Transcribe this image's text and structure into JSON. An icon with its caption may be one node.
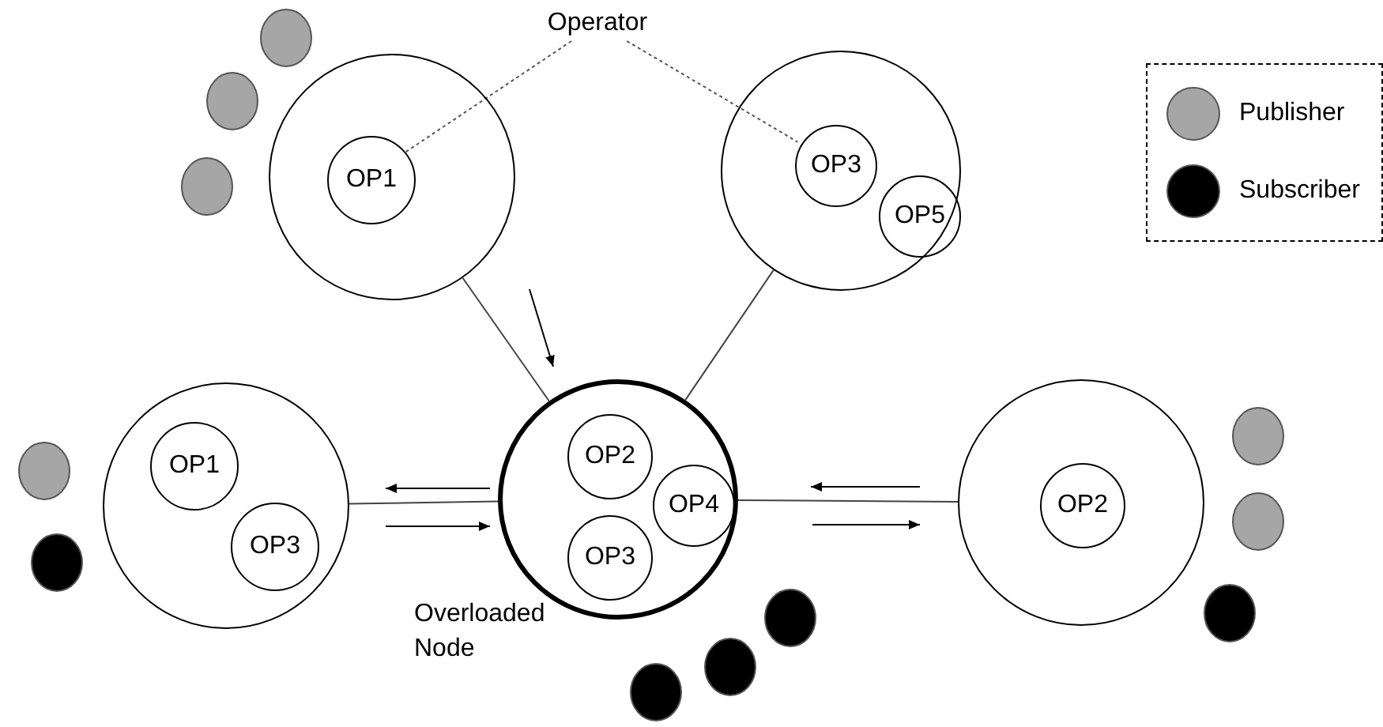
{
  "diagram": {
    "nodes": [
      {
        "text": [
          "Operator"
        ]
      },
      {
        "text": [],
        "shape": "circle"
      },
      {
        "text": [
          "OP1"
        ],
        "in": 1
      },
      {
        "text": [],
        "shape": "circle"
      },
      {
        "text": [
          "OP3"
        ],
        "in": 3
      },
      {
        "text": [
          "OP5"
        ],
        "in": 3
      },
      {
        "text": [],
        "shape": "circle"
      },
      {
        "text": [
          "OP1"
        ],
        "in": 6
      },
      {
        "text": [
          "OP3"
        ],
        "in": 6
      },
      {
        "text": [],
        "shape": "circle",
        "beside": [
          "Overloaded Node"
        ]
      },
      {
        "text": [
          "OP2"
        ],
        "in": 9
      },
      {
        "text": [
          "OP4"
        ],
        "in": 9
      },
      {
        "text": [
          "OP3"
        ],
        "in": 9
      },
      {
        "text": [],
        "shape": "circle"
      },
      {
        "text": [
          "OP2"
        ],
        "in": 13
      }
    ],
    "edges": [
      {
        "from": 0,
        "to": 2,
        "arrow": "none",
        "style": "dashed"
      },
      {
        "from": 0,
        "to": 4,
        "arrow": "none",
        "style": "dashed"
      },
      {
        "from": 1,
        "to": 9,
        "arrow": "none"
      },
      {
        "from": 3,
        "to": 9,
        "arrow": "none"
      },
      {
        "from": 6,
        "to": 9,
        "arrow": "none"
      },
      {
        "from": 9,
        "to": 13,
        "arrow": "none"
      }
    ],
    "legend": [
      {
        "text": "Publisher",
        "color": "#a6a6a6"
      },
      {
        "text": "Subscriber",
        "color": "#000000"
      }
    ]
  }
}
